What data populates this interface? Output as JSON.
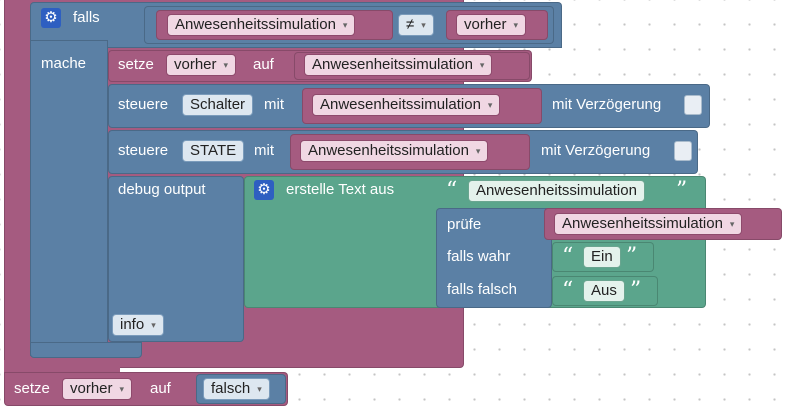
{
  "colors": {
    "variable": "#a55b80",
    "logic": "#5b80a5",
    "text": "#5ba58c",
    "background": "#ffffff"
  },
  "if_block": {
    "icon": "gear-icon",
    "if_label": "falls",
    "operand_a": "Anwesenheitssimulation",
    "operator": "≠",
    "operand_b": "vorher",
    "do_label": "mache"
  },
  "set_vorher": {
    "set_label": "setze",
    "variable": "vorher",
    "to_label": "auf",
    "value": "Anwesenheitssimulation"
  },
  "control_schalter": {
    "label": "steuere",
    "target": "Schalter",
    "with_label": "mit",
    "value": "Anwesenheitssimulation",
    "delay_label": "mit Verzögerung"
  },
  "control_state": {
    "label": "steuere",
    "target": "STATE",
    "with_label": "mit",
    "value": "Anwesenheitssimulation",
    "delay_label": "mit Verzögerung"
  },
  "debug": {
    "label": "debug output",
    "level": "info",
    "create_text_label": "erstelle Text aus",
    "icon": "gear-icon",
    "text_variable": "Anwesenheitssimulation",
    "ternary": {
      "check_label": "prüfe",
      "check_value": "Anwesenheitssimulation",
      "true_label": "falls wahr",
      "true_value": "Ein",
      "false_label": "falls falsch",
      "false_value": "Aus"
    }
  },
  "set_after": {
    "set_label": "setze",
    "variable": "vorher",
    "to_label": "auf",
    "value": "falsch"
  },
  "glyphs": {
    "open_quote": "“",
    "close_quote": "”",
    "dropdown": "▾"
  }
}
